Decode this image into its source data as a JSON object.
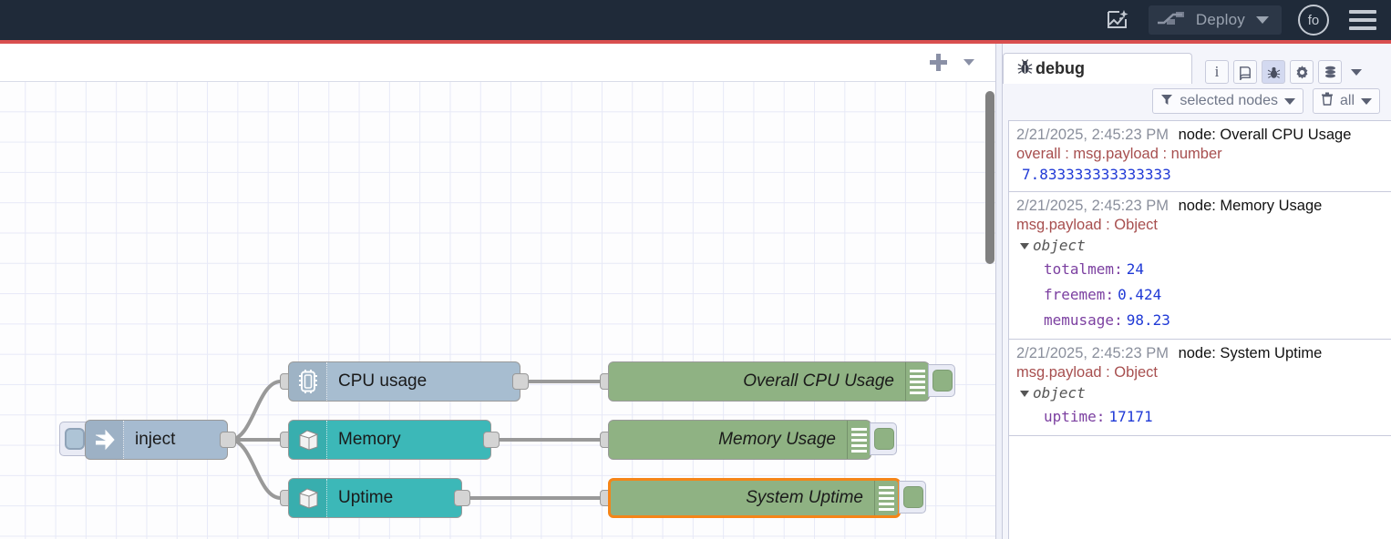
{
  "header": {
    "flow_ai_icon": "flow-sparkle-icon",
    "deploy_label": "Deploy",
    "deploy_icon": "deploy-icon",
    "deploy_caret_icon": "chevron-down-icon",
    "avatar_initials": "fo",
    "menu_icon": "hamburger-menu-icon",
    "accent_line_color": "#d94f4f",
    "background_color": "#1f2a39"
  },
  "canvas": {
    "add_tab_icon": "plus-icon",
    "tab_menu_icon": "chevron-down-icon",
    "nodes": [
      {
        "id": "inject",
        "label": "inject",
        "icon": "arrow-right-icon",
        "color": "#a6bbd0"
      },
      {
        "id": "cpu",
        "label": "CPU usage",
        "icon": "cpu-chip-icon",
        "color": "#a7bdd0"
      },
      {
        "id": "memory",
        "label": "Memory",
        "icon": "server-box-icon",
        "color": "#3cb8b8"
      },
      {
        "id": "uptime",
        "label": "Uptime",
        "icon": "server-box-icon",
        "color": "#3cb8b8"
      },
      {
        "id": "dbg-cpu",
        "label": "Overall CPU Usage",
        "icon": "debug-lines-icon",
        "color": "#8fb283"
      },
      {
        "id": "dbg-mem",
        "label": "Memory Usage",
        "icon": "debug-lines-icon",
        "color": "#8fb283"
      },
      {
        "id": "dbg-up",
        "label": "System Uptime",
        "icon": "debug-lines-icon",
        "color": "#8fb283",
        "selected": true
      }
    ],
    "selection_color": "#f58518"
  },
  "debug_panel": {
    "tab_label": "debug",
    "tab_icon": "bug-icon",
    "tools": [
      {
        "name": "info-icon",
        "glyph": "i",
        "active": false
      },
      {
        "name": "help-book-icon",
        "glyph": "Ὅ6",
        "active": false
      },
      {
        "name": "bug-icon",
        "glyph": "bug",
        "active": true
      },
      {
        "name": "gear-icon",
        "glyph": "⚙",
        "active": false
      },
      {
        "name": "context-data-icon",
        "glyph": "db",
        "active": false
      },
      {
        "name": "chevron-down-icon",
        "glyph": "▾",
        "active": false
      }
    ],
    "filters": [
      {
        "name": "filter-selected-nodes",
        "icon": "funnel-icon",
        "label": "selected nodes",
        "caret": "chevron-down-icon"
      },
      {
        "name": "clear-all",
        "icon": "trash-icon",
        "label": "all",
        "caret": "chevron-down-icon"
      }
    ],
    "messages": [
      {
        "timestamp": "2/21/2025, 2:45:23 PM",
        "node": "node: Overall CPU Usage",
        "topic": "overall : msg.payload : number",
        "kind": "value",
        "value": "7.833333333333333"
      },
      {
        "timestamp": "2/21/2025, 2:45:23 PM",
        "node": "node: Memory Usage",
        "topic": "msg.payload : Object",
        "kind": "object",
        "object_label": "object",
        "props": [
          {
            "key": "totalmem",
            "value": "24"
          },
          {
            "key": "freemem",
            "value": "0.424"
          },
          {
            "key": "memusage",
            "value": "98.23"
          }
        ]
      },
      {
        "timestamp": "2/21/2025, 2:45:23 PM",
        "node": "node: System Uptime",
        "topic": "msg.payload : Object",
        "kind": "object",
        "object_label": "object",
        "props": [
          {
            "key": "uptime",
            "value": "17171"
          }
        ]
      }
    ]
  }
}
